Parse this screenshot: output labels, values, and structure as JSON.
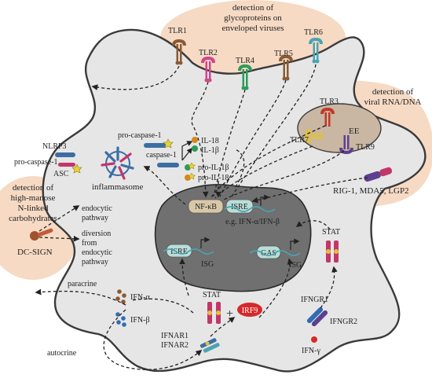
{
  "regions": {
    "glycoproteins": "detection of\nglycoproteins on\nenveloped viruses",
    "viral_rna_dna": "detection of\nviral RNA/DNA",
    "high_mannose": "detection of\nhigh-manose\nN-linked\ncarbohydrates"
  },
  "receptors": {
    "tlr1": "TLR1",
    "tlr2": "TLR2",
    "tlr4": "TLR4",
    "tlr5": "TLR5",
    "tlr6": "TLR6",
    "tlr3": "TLR3",
    "tlr7": "TLR7",
    "tlr9": "TLR9",
    "ee": "EE",
    "dc_sign": "DC-SIGN",
    "ifnar": "IFNAR1\nIFNAR2",
    "ifngr1": "IFNGR1",
    "ifngr2": "IFNGR2"
  },
  "inflammasome": {
    "nlrp3": "NLRP3",
    "pro_caspase_1_left": "pro-caspase-1",
    "asc": "ASC",
    "inflammasome": "inflammasome",
    "pro_caspase_1_top": "pro-caspase-1",
    "caspase_1": "caspase-1",
    "il18": "IL-18",
    "il1b": "IL-1β",
    "pro_il1b": "pro-IL-1β",
    "pro_il18": "pro-IL-18"
  },
  "nucleus": {
    "nfkb": "NF-κB",
    "isre_top": "ISRE",
    "ifn_example": "e.g. IFN-α/IFN-β",
    "isre_left": "ISRE",
    "isg_left": "ISG",
    "gas": "GAS",
    "isg_right": "ISG"
  },
  "cytosol": {
    "rig": "RIG-1, MDA5, LGP2",
    "endocytic": "endocytic\npathway",
    "diversion": "diversion\nfrom\nendocytic\npathway",
    "stat_right": "STAT",
    "stat_bottom": "STAT",
    "irf9": "IRF9",
    "plus": "+"
  },
  "extracellular": {
    "paracrine": "paracrine",
    "autocrine": "autocrine",
    "ifn_alpha": "IFN-α",
    "ifn_beta": "IFN-β",
    "ifn_gamma": "IFN-γ"
  },
  "colors": {
    "cell": "#e6e6e6",
    "cell_outline": "#3a3a3a",
    "nucleus": "#707070",
    "region_tint": "#f6dac4",
    "endosome": "#c9b7a3",
    "box_fill": "#b9ddd7",
    "nfkb_fill": "#d8c8a8",
    "irf9": "#d42a2a",
    "stat": "#c2366a",
    "tlr_red": "#c0392b",
    "tlr_pink": "#d0458a",
    "tlr_green": "#2e9b58",
    "tlr_brown": "#8a5a33",
    "tlr_teal": "#4aa3b3",
    "tlr_yellow": "#e2c13a",
    "tlr_purple": "#5d3f8f"
  }
}
